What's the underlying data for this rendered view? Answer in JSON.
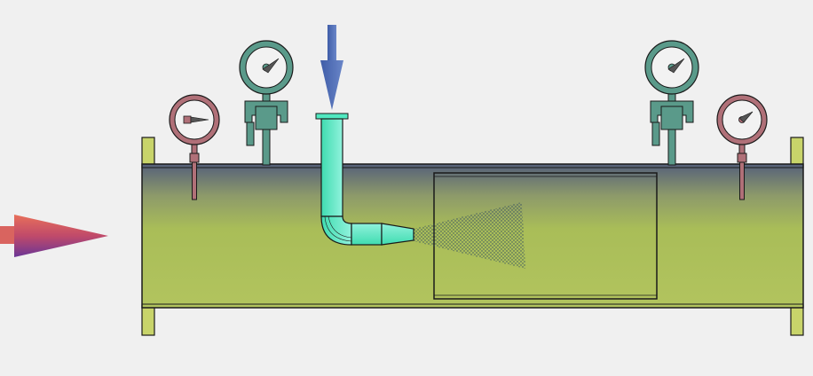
{
  "diagram": {
    "colors": {
      "background": "#f0f0f0",
      "pipe_body_top": "#55607a",
      "pipe_body_mid": "#a7bc58",
      "pipe_body_bottom": "#b0c25e",
      "flange": "#c8d46a",
      "outline": "#1a1a1a",
      "nozzle_fill": "#50e8c0",
      "nozzle_fill_light": "#88f0d8",
      "spray": "#1f3a60",
      "gauge_red": "#b07078",
      "gauge_green": "#5a9a8a",
      "gauge_face": "#f2f2f2",
      "inlet_arrow_start": "#e06a5a",
      "inlet_arrow_end": "#6a3a9a",
      "feed_arrow": "#4a68b0"
    },
    "components": {
      "inlet_flow_arrow": "flow-direction-arrow",
      "feed_arrow": "injection-direction-arrow",
      "main_pipe": "horizontal-pipe-section",
      "nozzle": "elbow-spray-nozzle",
      "spray_cone": "atomized-spray-cone",
      "mixing_chamber": "rectangular-chamber",
      "gauges": [
        {
          "id": "pressure-gauge-left-red",
          "color": "gauge_red"
        },
        {
          "id": "pressure-gauge-left-green",
          "color": "gauge_green"
        },
        {
          "id": "pressure-gauge-right-green",
          "color": "gauge_green"
        },
        {
          "id": "pressure-gauge-right-red",
          "color": "gauge_red"
        }
      ]
    }
  }
}
